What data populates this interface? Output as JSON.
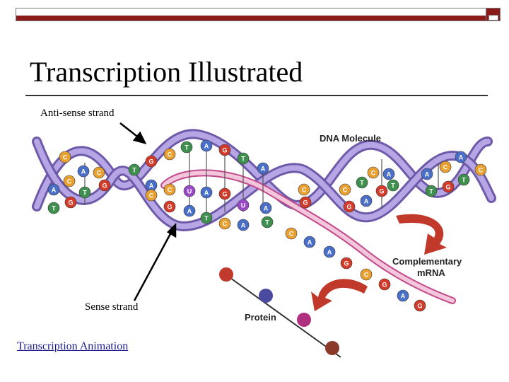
{
  "slide": {
    "title": "Transcription Illustrated"
  },
  "labels": {
    "anti_sense": "Anti-sense strand",
    "sense": "Sense strand"
  },
  "link": {
    "text": "Transcription Animation"
  },
  "diagram": {
    "dna_molecule": "DNA Molecule",
    "complementary": "Complementary",
    "mrna": "mRNA",
    "protein": "Protein"
  },
  "colors": {
    "accent_bar": "#8b1a1a",
    "link": "#1a1a8c",
    "base_A": "#4a6fc9",
    "base_T": "#3f8f4f",
    "base_G": "#d23a2a",
    "base_C": "#e8a030",
    "base_U": "#9a4ac9"
  }
}
